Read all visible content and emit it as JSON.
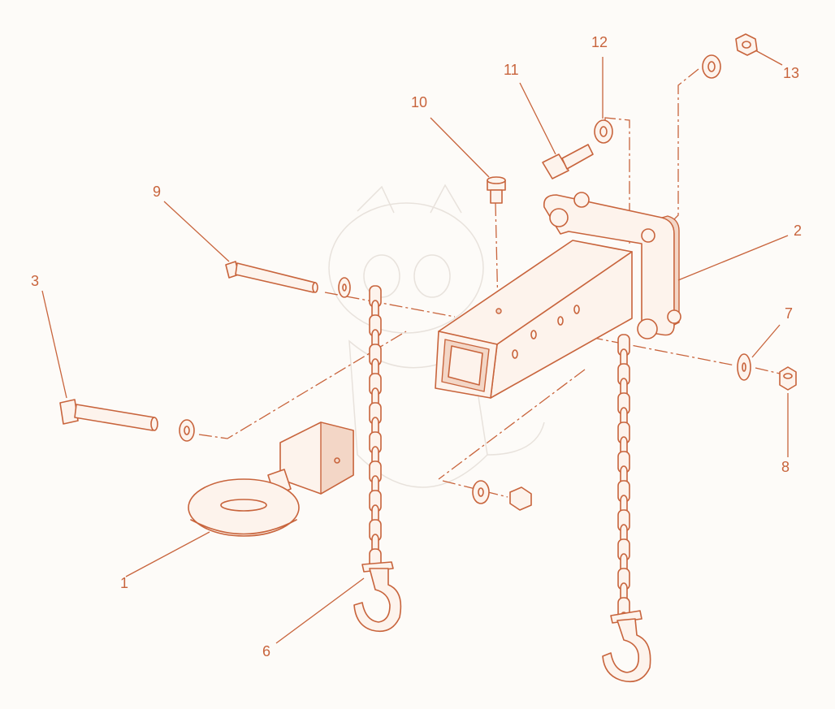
{
  "colors": {
    "ink": "#c8643c",
    "background": "#fdfbf8"
  },
  "callouts": {
    "c1": "1",
    "c2": "2",
    "c3": "3",
    "c6": "6",
    "c7": "7",
    "c8": "8",
    "c9": "9",
    "c10": "10",
    "c11": "11",
    "c12": "12",
    "c13": "13"
  }
}
